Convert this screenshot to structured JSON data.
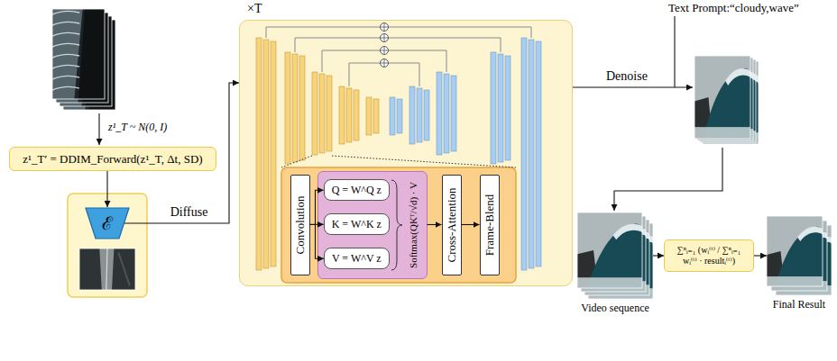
{
  "diagram": {
    "nodes": [
      {
        "text": [
          "z¹_T′ = DDIM_Forward(z¹_T, Δt, SD)"
        ]
      },
      {
        "text": [
          "ℰ"
        ]
      },
      {
        "text": [
          "×T"
        ]
      },
      {
        "text": [
          "Convolution"
        ],
        "in": 2
      },
      {
        "text": [
          "Softmax(QKᵀ/√d) · V"
        ],
        "in": 2
      },
      {
        "text": [
          "Q = W^Q z"
        ],
        "in": 4
      },
      {
        "text": [
          "K = W^K z"
        ],
        "in": 4
      },
      {
        "text": [
          "V = W^V z"
        ],
        "in": 4
      },
      {
        "text": [
          "Cross-Attention"
        ],
        "in": 2
      },
      {
        "text": [
          "Frame-Blend"
        ],
        "in": 2
      },
      {
        "text": [
          "Video sequence"
        ]
      },
      {
        "text": [
          "∑ⁿᵢ₌₁ (wᵢ⁽ᵗ⁾ / ∑ⁿᵢ₌₁ wᵢ⁽ᵗ⁾ · resultᵢ⁽ᵗ⁾)"
        ]
      },
      {
        "text": [
          "Final Result"
        ]
      }
    ],
    "edges": [
      {
        "from": 0,
        "to": 1,
        "arrow": "to"
      },
      {
        "from": 1,
        "to": 2,
        "label": "Diffuse",
        "arrow": "to"
      },
      {
        "from": 3,
        "to": 5,
        "arrow": "to"
      },
      {
        "from": 3,
        "to": 6,
        "arrow": "to"
      },
      {
        "from": 3,
        "to": 7,
        "arrow": "to"
      },
      {
        "from": 4,
        "to": 8,
        "arrow": "to"
      },
      {
        "from": 8,
        "to": 9,
        "arrow": "to"
      },
      {
        "from": 10,
        "to": 11,
        "arrow": "to"
      },
      {
        "from": 11,
        "to": 12,
        "arrow": "to"
      }
    ],
    "labels": [
      "z¹_T ~ N(0, I)",
      "Text Prompt:“cloudy,wave”",
      "Denoise"
    ]
  }
}
